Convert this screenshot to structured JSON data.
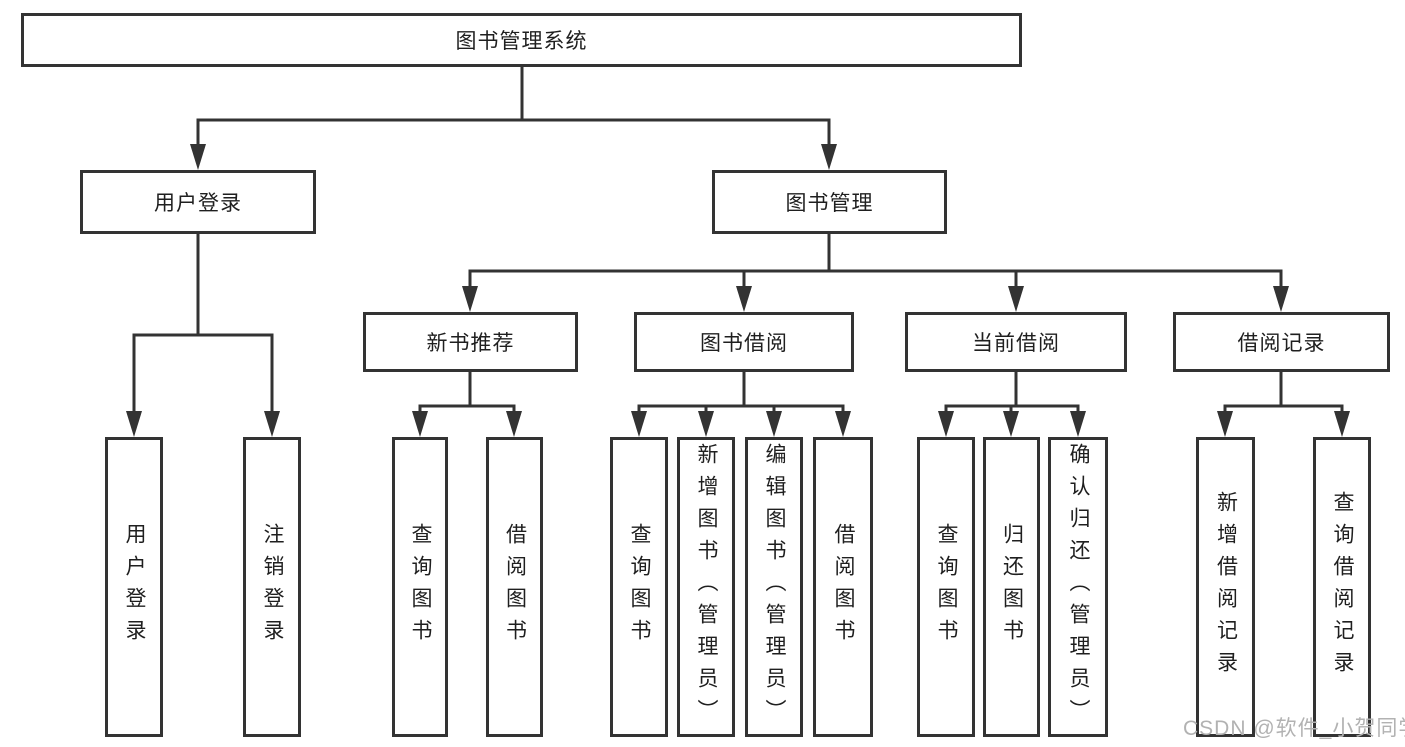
{
  "diagram": {
    "title": "图书管理系统",
    "nodes": {
      "root": "图书管理系统",
      "user_login": "用户登录",
      "book_mgmt": "图书管理",
      "new_book_rec": "新书推荐",
      "book_borrow": "图书借阅",
      "current_borrow": "当前借阅",
      "borrow_record": "借阅记录",
      "leaf_user_login": "用户登录",
      "leaf_logout": "注销登录",
      "leaf_nbr_query_book": "查询图书",
      "leaf_nbr_borrow_book": "借阅图书",
      "leaf_bb_query_book": "查询图书",
      "leaf_bb_add_book": "新增图书（管理员）",
      "leaf_bb_edit_book": "编辑图书（管理员）",
      "leaf_bb_borrow_book": "借阅图书",
      "leaf_cb_query_book": "查询图书",
      "leaf_cb_return_book": "归还图书",
      "leaf_cb_confirm_return": "确认归还（管理员）",
      "leaf_br_add_record": "新增借阅记录",
      "leaf_br_query_record": "查询借阅记录"
    },
    "hierarchy": {
      "图书管理系统": [
        "用户登录",
        "图书管理"
      ],
      "用户登录": [
        "用户登录",
        "注销登录"
      ],
      "图书管理": [
        "新书推荐",
        "图书借阅",
        "当前借阅",
        "借阅记录"
      ],
      "新书推荐": [
        "查询图书",
        "借阅图书"
      ],
      "图书借阅": [
        "查询图书",
        "新增图书（管理员）",
        "编辑图书（管理员）",
        "借阅图书"
      ],
      "当前借阅": [
        "查询图书",
        "归还图书",
        "确认归还（管理员）"
      ],
      "借阅记录": [
        "新增借阅记录",
        "查询借阅记录"
      ]
    },
    "colors": {
      "line": "#333333",
      "box_border": "#333333",
      "box_fill": "#ffffff",
      "text": "#1f1f1f",
      "background": "#ffffff"
    }
  },
  "watermark": {
    "text": "CSDN @软件_小贺同学",
    "color": "#b2b2b2"
  }
}
